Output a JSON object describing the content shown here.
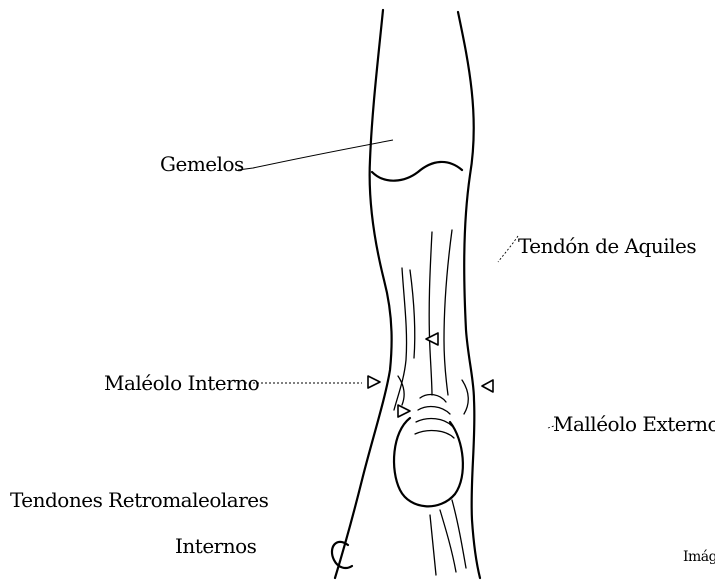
{
  "labels": {
    "gemelos": "Gemelos",
    "tendon_aquiles": "Tendón de Aquiles",
    "maleolo_interno": "Maléolo Interno",
    "malleolo_externo": "Malléolo Externo",
    "tendones_line1": "Tendones Retromaleolares",
    "tendones_line2": "Internos",
    "caption": "Imág"
  }
}
